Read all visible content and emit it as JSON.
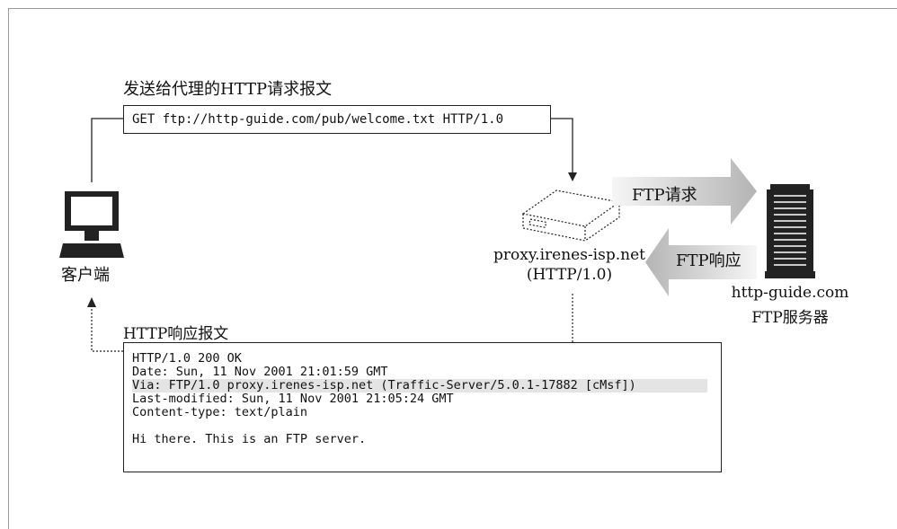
{
  "request": {
    "title": "发送给代理的HTTP请求报文",
    "line": "GET ftp://http-guide.com/pub/welcome.txt HTTP/1.0"
  },
  "response": {
    "title": "HTTP响应报文",
    "lines": [
      "HTTP/1.0 200 OK",
      "Date: Sun, 11 Nov 2001 21:01:59 GMT",
      "Via: FTP/1.0 proxy.irenes-isp.net (Traffic-Server/5.0.1-17882 [cMsf])",
      "Last-modified: Sun, 11 Nov 2001 21:05:24 GMT",
      "Content-type: text/plain",
      "",
      "Hi there. This is an FTP server."
    ],
    "highlight_color": "#e4e4e4"
  },
  "client": {
    "label": "客户端",
    "icon": "computer-terminal-icon"
  },
  "proxy": {
    "name": "proxy.irenes-isp.net",
    "protocol": "(HTTP/1.0)",
    "icon": "proxy-box-icon"
  },
  "server": {
    "name": "http-guide.com",
    "role": "FTP服务器",
    "icon": "server-tower-icon"
  },
  "arrows": {
    "ftp_request": "FTP请求",
    "ftp_response": "FTP响应"
  },
  "colors": {
    "stroke": "#222222",
    "arrow_fill_dark": "#bdbdbd",
    "arrow_fill_light": "#f4f4f4"
  }
}
